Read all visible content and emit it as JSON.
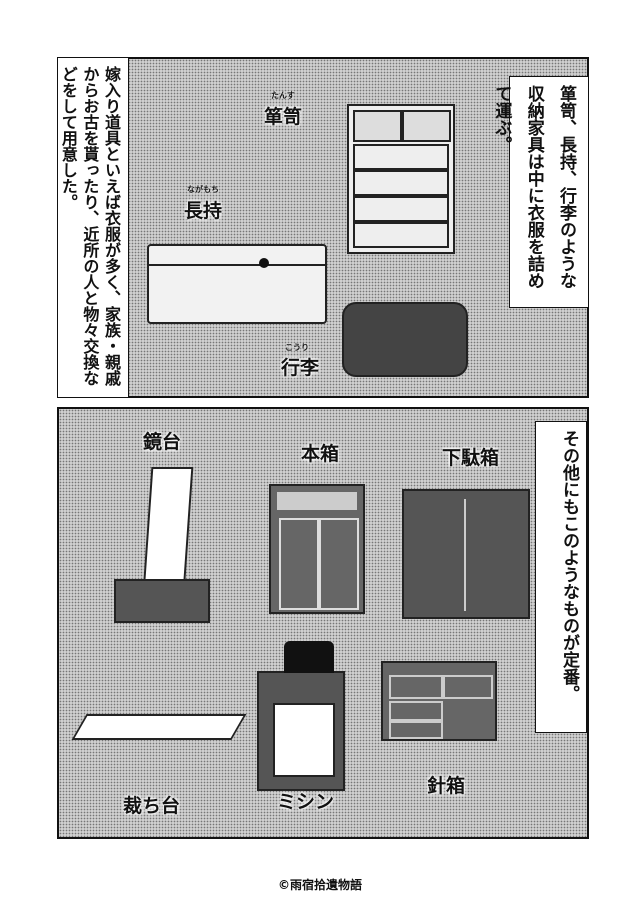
{
  "panel1": {
    "narration_left": "嫁入り道具といえば衣服が多く、家族・親戚からお古を貰ったり、近所の人と物々交換などをして用意した。",
    "narration_right": "箪笥、長持、行李のような収納家具は中に衣服を詰めて運ぶ。",
    "items": [
      {
        "label": "箪笥",
        "ruby": "たんす"
      },
      {
        "label": "長持",
        "ruby": "ながもち"
      },
      {
        "label": "行李",
        "ruby": "こうり"
      }
    ]
  },
  "panel2": {
    "narration": "その他にもこのようなものが定番。",
    "items": [
      {
        "label": "鏡台"
      },
      {
        "label": "本箱"
      },
      {
        "label": "下駄箱"
      },
      {
        "label": "裁ち台"
      },
      {
        "label": "ミシン"
      },
      {
        "label": "針箱"
      }
    ]
  },
  "footer": {
    "copyright": "©雨宿拾遺物語"
  }
}
